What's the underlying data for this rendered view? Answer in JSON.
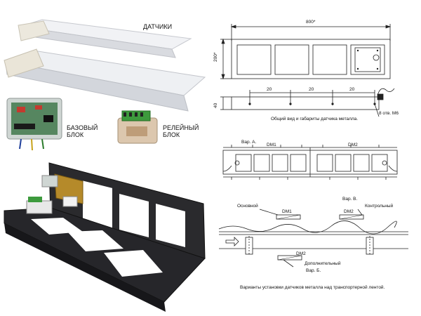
{
  "photos": {
    "sensors_label": "ДАТЧИКИ",
    "base_unit_label": "БАЗОВЫЙ\nБЛОК",
    "relay_unit_label": "РЕЛЕЙНЫЙ\nБЛОК"
  },
  "drawing_top": {
    "width_dim": "800*",
    "height_dim": "200*",
    "depth_dim": "40",
    "spacing_1": "20",
    "spacing_2": "20",
    "spacing_3": "20",
    "holes_note": "8 отв. М6",
    "caption": "Общий вид и габариты датчика металла."
  },
  "drawing_mid": {
    "variant_a": "Вар. А.",
    "dm1": "DM1",
    "dm2": "DM2"
  },
  "drawing_bottom": {
    "main_label": "Основной",
    "dm1": "DM1",
    "variant_v": "Вар. В.",
    "dm2_top": "DM2",
    "control_label": "Контрольный",
    "dm2_bottom": "DM2",
    "extra_label": "Дополнительный",
    "variant_b": "Вар. Б.",
    "caption": "Варианты установки датчиков металла над транспортерной лентой."
  },
  "colors": {
    "sensor_bar": "#e6e7ec",
    "granite": "#2a2a2d",
    "relay_green": "#3d9a3d",
    "box_translucent": "#cfd6d3"
  }
}
